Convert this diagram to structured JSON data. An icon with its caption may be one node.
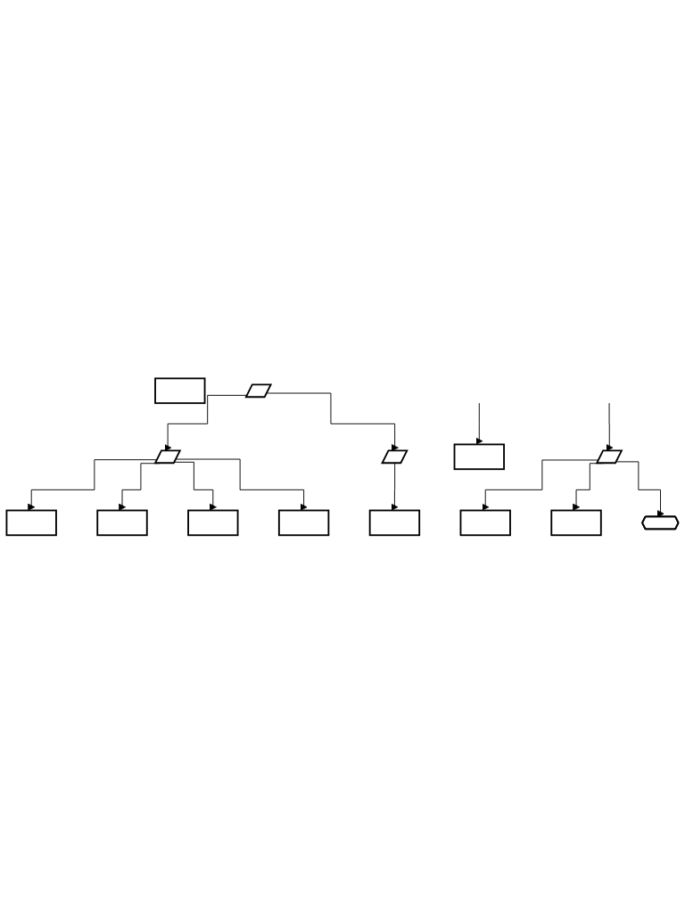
{
  "diagram": {
    "nodes": [
      {
        "text": [],
        "shape": "parallelogram"
      },
      {
        "text": [],
        "shape": "box"
      },
      {
        "text": [],
        "shape": "box"
      },
      {
        "text": [],
        "shape": "hexagon"
      },
      {
        "text": [],
        "shape": "box"
      },
      {
        "text": [],
        "shape": "box"
      },
      {
        "text": [],
        "shape": "parallelogram"
      },
      {
        "text": [],
        "shape": "parallelogram"
      },
      {
        "text": [],
        "shape": "parallelogram"
      },
      {
        "text": [],
        "shape": "box"
      },
      {
        "text": [],
        "shape": "box"
      },
      {
        "text": [],
        "shape": "box"
      },
      {
        "text": [],
        "shape": "box"
      },
      {
        "text": [],
        "shape": "box"
      }
    ],
    "edges": [
      {
        "from": null,
        "to": 0,
        "arrow": "to"
      },
      {
        "from": 0,
        "to": 1,
        "arrow": "to"
      },
      {
        "from": 0,
        "to": 2,
        "arrow": "to"
      },
      {
        "from": 0,
        "to": 3,
        "arrow": "to"
      },
      {
        "from": null,
        "to": 4,
        "arrow": "to"
      },
      {
        "from": 6,
        "to": 7,
        "arrow": "to"
      },
      {
        "from": 6,
        "to": 8,
        "arrow": "to"
      },
      {
        "from": 7,
        "to": 9,
        "arrow": "to"
      },
      {
        "from": 7,
        "to": 10,
        "arrow": "to"
      },
      {
        "from": 7,
        "to": 11,
        "arrow": "to"
      },
      {
        "from": 7,
        "to": 12,
        "arrow": "to"
      },
      {
        "from": 8,
        "to": 13,
        "arrow": "to"
      }
    ]
  }
}
